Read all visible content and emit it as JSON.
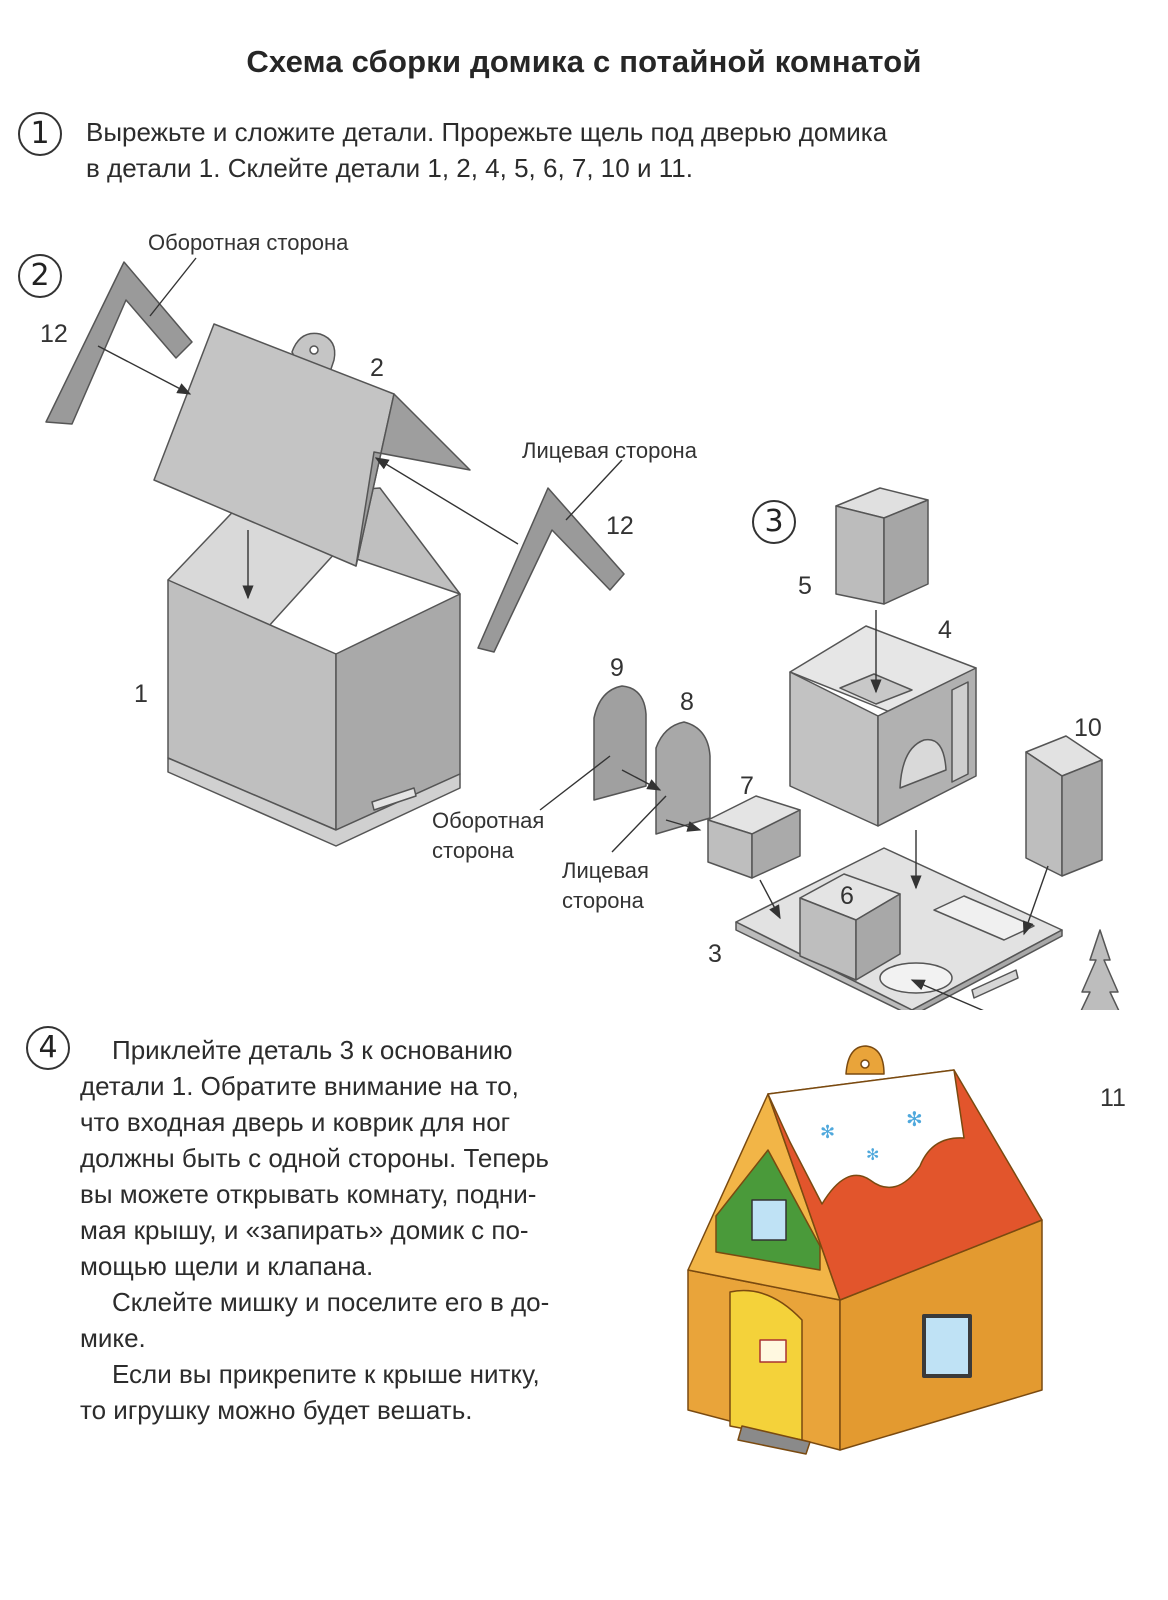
{
  "title": "Схема сборки домика с потайной комнатой",
  "steps": [
    {
      "number": "1",
      "lines": [
        "Вырежьте и сложите детали. Прорежьте щель под дверью домика",
        "в детали 1. Склейте детали 1, 2, 4, 5, 6, 7, 10 и 11."
      ]
    },
    {
      "number": "2"
    },
    {
      "number": "3"
    },
    {
      "number": "4",
      "paragraphs": [
        [
          "Приклейте деталь 3 к основанию",
          "детали 1. Обратите внимание на то,",
          "что входная дверь и коврик для ног",
          "должны быть с одной стороны. Теперь",
          "вы можете открывать комнату, подни-",
          "мая крышу, и «запирать» домик с по-",
          "мощью щели и клапана."
        ],
        [
          "Склейте мишку и поселите его в до-",
          "мике."
        ],
        [
          "Если вы прикрепите к крыше нитку,",
          "то игрушку можно будет вешать."
        ]
      ]
    }
  ],
  "labels": {
    "back_side_top": "Оборотная сторона",
    "front_side_top": "Лицевая сторона",
    "back_side_mid": [
      "Оборотная",
      "сторона"
    ],
    "front_side_mid": [
      "Лицевая",
      "сторона"
    ]
  },
  "part_numbers": {
    "p12a": "12",
    "p2": "2",
    "p12b": "12",
    "p1": "1",
    "p5": "5",
    "p4": "4",
    "p9": "9",
    "p8": "8",
    "p10": "10",
    "p7": "7",
    "p6": "6",
    "p3": "3",
    "p11": "11"
  },
  "colors": {
    "part_gray": "#b9b9b9",
    "part_dark": "#9a9a9a",
    "wood": "#e9a43a",
    "roof_red": "#e2552c",
    "snow": "#ffffff",
    "gable_green": "#4a9a3a",
    "door_yellow": "#f4d23a"
  }
}
